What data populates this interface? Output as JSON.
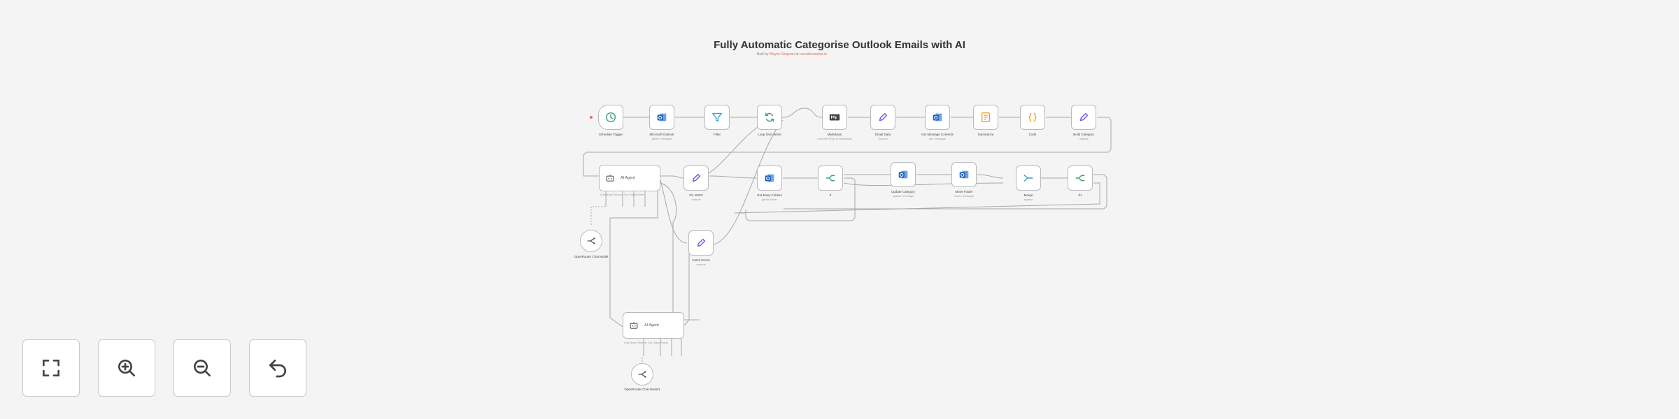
{
  "workflow": {
    "title": "Fully Automatic Categorise Outlook Emails with AI",
    "byline_prefix": "Built by",
    "author": "Wayne Simpson",
    "byline_at": "at",
    "company": "nocodecreative.io"
  },
  "nodes": {
    "schedule_trigger": {
      "label": "Schedule Trigger",
      "icon": "clock-icon"
    },
    "get_outlook_emails": {
      "label": "Microsoft Outlook",
      "sub": "getAll: message",
      "icon": "outlook-icon"
    },
    "filter": {
      "label": "Filter",
      "icon": "filter-icon"
    },
    "loop_over_items": {
      "label": "Loop Over Items",
      "icon": "loop-icon"
    },
    "markdown": {
      "label": "Markdown",
      "sub": "Convert HTML to Markdown",
      "icon": "markdown-icon"
    },
    "email_data": {
      "label": "Email Data",
      "sub": "manual",
      "icon": "pencil-icon"
    },
    "get_message_contents": {
      "label": "Get Message Contents",
      "sub": "get: message",
      "icon": "outlook-icon"
    },
    "summarize": {
      "label": "Summarize",
      "icon": "summarize-icon"
    },
    "code": {
      "label": "Code",
      "icon": "braces-icon"
    },
    "build_category": {
      "label": "Build Category",
      "sub": "manual",
      "icon": "pencil-icon"
    },
    "ai_agent_1": {
      "label": "AI Agent",
      "ports": "Chat Model*   Memory   Tool   Output Parser",
      "icon": "robot-icon"
    },
    "fix_json": {
      "label": "Fix JSON",
      "sub": "manual",
      "icon": "pencil-icon"
    },
    "get_message_folders": {
      "label": "Get Many Folders",
      "sub": "getAll: folder",
      "icon": "outlook-icon"
    },
    "if": {
      "label": "If",
      "icon": "branch-icon"
    },
    "update_category": {
      "label": "Update Category",
      "sub": "update: message",
      "icon": "outlook-icon"
    },
    "move_folder": {
      "label": "Move Folder",
      "sub": "move: message",
      "icon": "outlook-icon"
    },
    "merge": {
      "label": "Merge",
      "sub": "append",
      "icon": "merge-icon"
    },
    "if2": {
      "label": "If1",
      "icon": "branch-icon"
    },
    "catch_errors": {
      "label": "Catch Errors",
      "sub": "manual",
      "icon": "pencil-icon"
    },
    "chat_model_1": {
      "label": "OpenRouter Chat Model",
      "icon": "model-icon"
    },
    "ai_agent_2": {
      "label": "AI Agent",
      "ports": "Chat Model*   Memory   Tool   Output Parser",
      "icon": "robot-icon"
    },
    "chat_model_2": {
      "label": "OpenRouter Chat Model1",
      "icon": "model-icon"
    }
  },
  "controls": {
    "fit_view": "fullscreen-icon",
    "zoom_in": "zoom-in-icon",
    "zoom_out": "zoom-out-icon",
    "reset": "undo-icon"
  },
  "colors": {
    "accent": "#e46b5a",
    "outlook": "#1f5fb8",
    "filter": "#3aa3d9",
    "loop": "#3aa370",
    "pencil": "#6b5ce7",
    "code": "#f0a020",
    "merge": "#33a0c8"
  }
}
